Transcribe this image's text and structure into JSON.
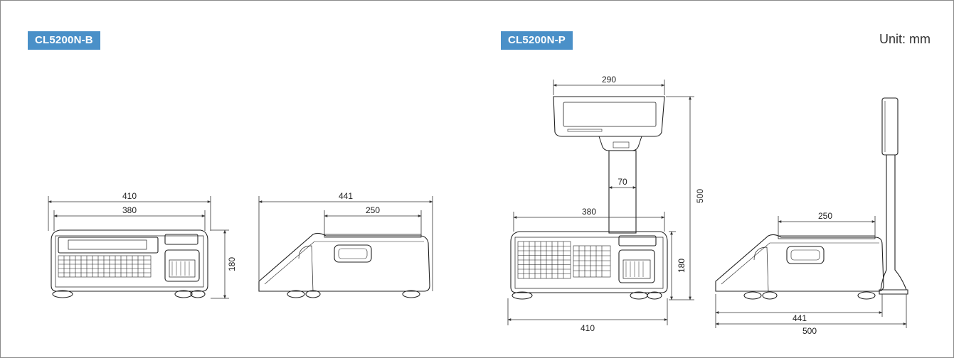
{
  "models": {
    "b": {
      "label": "CL5200N-B"
    },
    "p": {
      "label": "CL5200N-P"
    }
  },
  "unit_label": "Unit: mm",
  "colors": {
    "tag_bg": "#4a90c8",
    "line": "#333333",
    "outline": "#222222"
  },
  "dimensions": {
    "b_front": {
      "overall_width": "410",
      "platter_width": "380",
      "height": "180"
    },
    "b_side": {
      "overall_depth": "441",
      "platter_depth": "250"
    },
    "p_front": {
      "display_width": "290",
      "pole_width": "70",
      "platter_width": "380",
      "total_height": "500",
      "body_height": "180",
      "overall_width": "410"
    },
    "p_side": {
      "platter_depth": "250",
      "body_depth": "441",
      "overall_depth": "500"
    }
  }
}
